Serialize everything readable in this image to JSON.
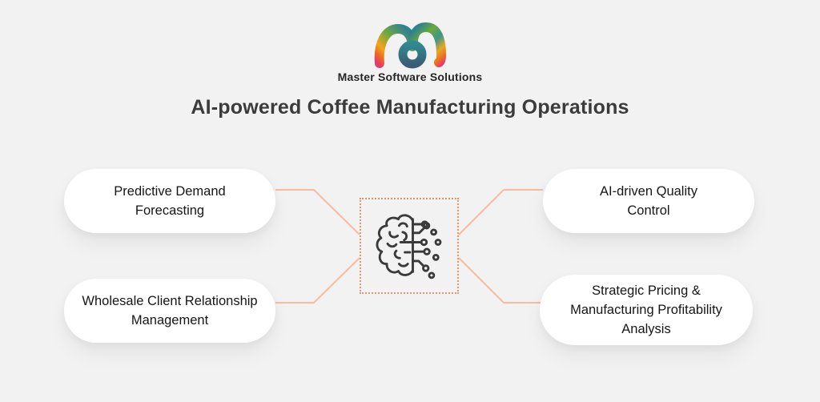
{
  "brand": {
    "name": "Master Software Solutions",
    "logo_icon": "ribbon-m-logo"
  },
  "title": "AI-powered Coffee Manufacturing Operations",
  "diagram": {
    "center": {
      "icon": "ai-brain-circuit-icon"
    },
    "nodes": [
      {
        "label": "Predictive Demand Forecasting",
        "position": "top-left"
      },
      {
        "label": "AI-driven Quality Control",
        "position": "top-right"
      },
      {
        "label": "Wholesale Client Relationship Management",
        "position": "bottom-left"
      },
      {
        "label": "Strategic Pricing & Manufacturing Profitability Analysis",
        "position": "bottom-right"
      }
    ]
  },
  "colors": {
    "background": "#f2f2f3",
    "card_background": "#ffffff",
    "connector": "#f7bb9f",
    "dotted_border": "#ef9565",
    "title_text": "#3b3b3b",
    "brand_text": "#262626",
    "node_text": "#161616",
    "icon_stroke": "#3a3a3a"
  }
}
